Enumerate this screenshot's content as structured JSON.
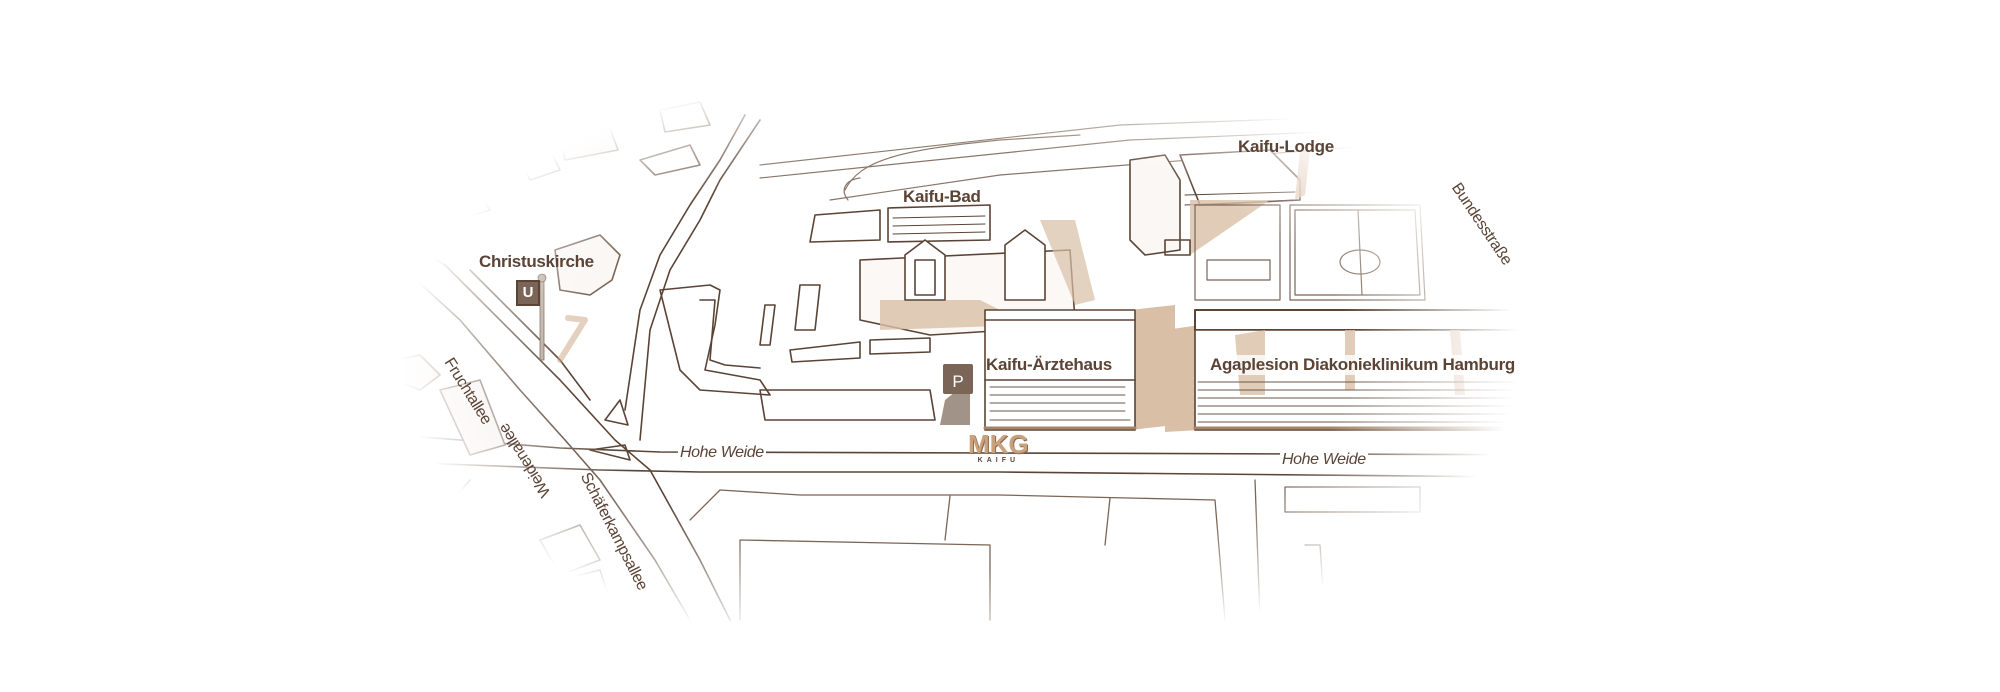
{
  "map": {
    "style": "isometric hand-drawn sepia",
    "colors": {
      "line": "#5b4436",
      "light_line": "#b9a89c",
      "shade": "#d9bfa6",
      "accent": "#c9a27d",
      "background": "#ffffff"
    },
    "landmarks": [
      {
        "id": "christuskirche",
        "label": "Christuskirche"
      },
      {
        "id": "kaifu-bad",
        "label": "Kaifu-Bad"
      },
      {
        "id": "kaifu-lodge",
        "label": "Kaifu-Lodge"
      },
      {
        "id": "kaifu-aerztehaus",
        "label": "Kaifu-Ärztehaus"
      },
      {
        "id": "agaplesion",
        "label": "Agaplesion Diakonieklinikum Hamburg"
      }
    ],
    "streets": [
      {
        "id": "fruchtallee",
        "label": "Fruchtallee"
      },
      {
        "id": "weidenallee",
        "label": "Weidenallee"
      },
      {
        "id": "schaeferkampsallee",
        "label": "Schäferkampsallee"
      },
      {
        "id": "hohe-weide-1",
        "label": "Hohe Weide"
      },
      {
        "id": "hohe-weide-2",
        "label": "Hohe Weide"
      },
      {
        "id": "bundesstrasse",
        "label": "Bundesstraße"
      }
    ],
    "icons": {
      "ubahn": "U",
      "parking": "P"
    },
    "logo": {
      "text": "MKG",
      "subtext": "KAIFU"
    }
  }
}
